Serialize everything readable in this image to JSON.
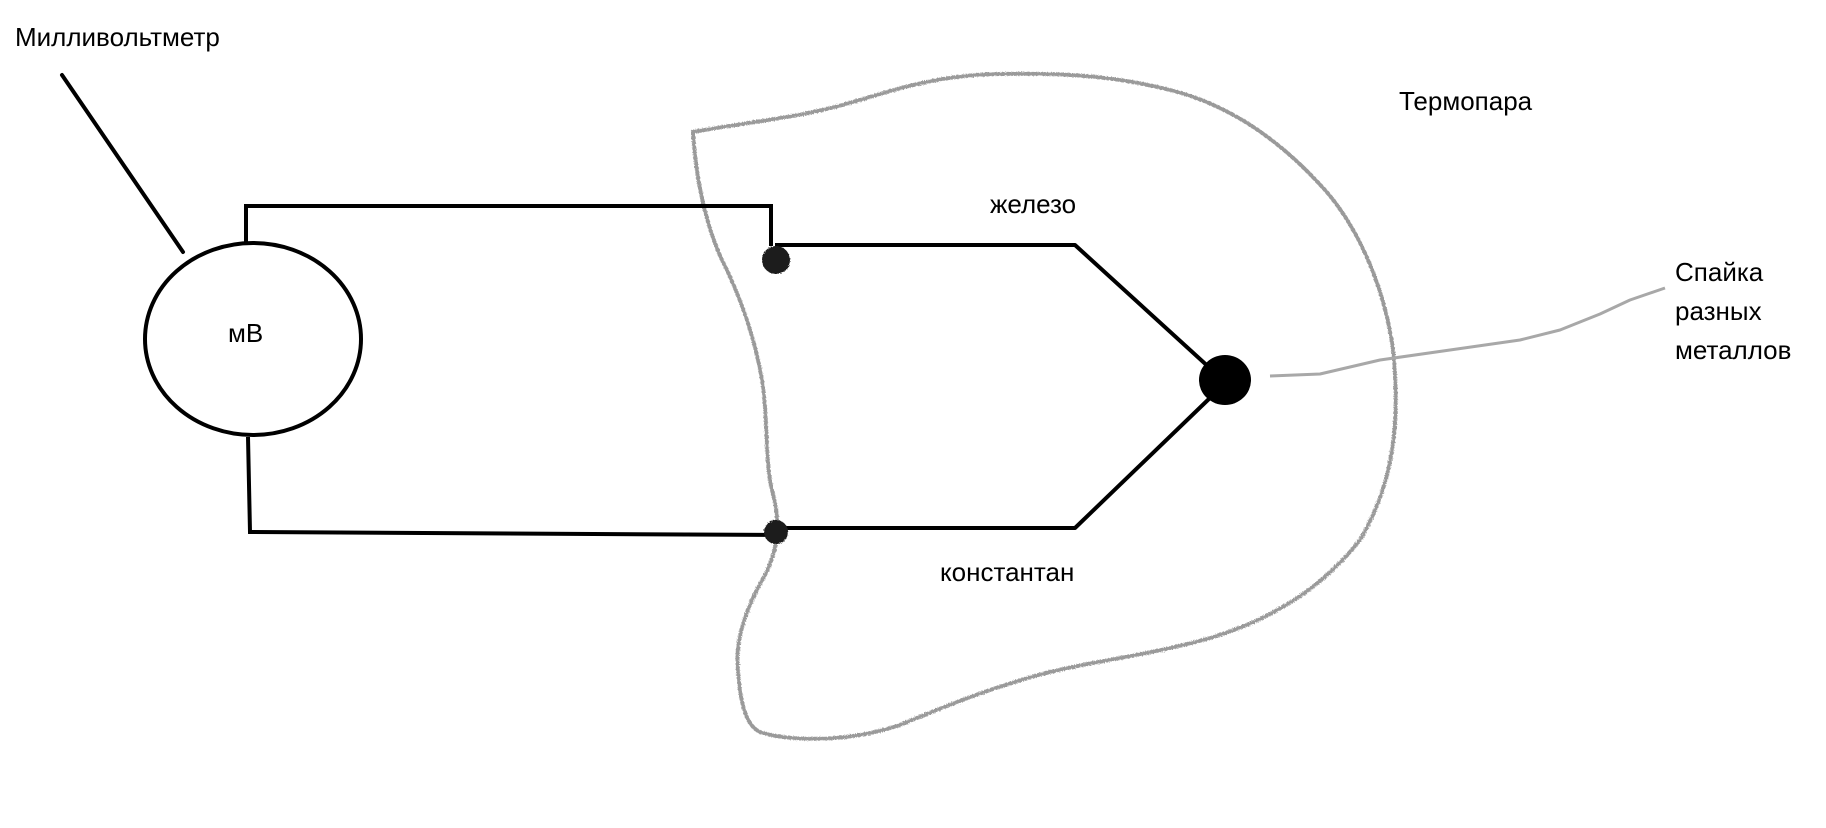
{
  "labels": {
    "millivoltmeter": "Милливольтметр",
    "meter_unit": "мВ",
    "thermocouple": "Термопара",
    "iron": "железо",
    "constantan": "константан",
    "junction_line1": "Спайка",
    "junction_line2": "разных",
    "junction_line3": "металлов"
  },
  "colors": {
    "wire": "#000000",
    "boundary": "#9a9a9a",
    "leader": "#a8a8a8",
    "background": "#ffffff"
  }
}
